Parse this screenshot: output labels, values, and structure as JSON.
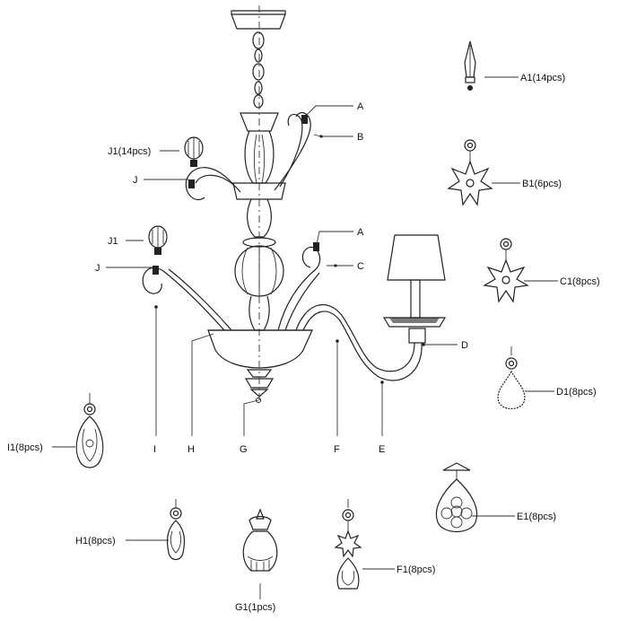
{
  "labels": {
    "A1": "A1(14pcs)",
    "B1": "B1(6pcs)",
    "C1": "C1(8pcs)",
    "D1": "D1(8pcs)",
    "E1": "E1(8pcs)",
    "F1": "F1(8pcs)",
    "G1": "G1(1pcs)",
    "H1": "H1(8pcs)",
    "I1": "I1(8pcs)",
    "J1_top": "J1(14pcs)",
    "J1_mid": "J1",
    "J_top": "J",
    "J_mid": "J",
    "A_top": "A",
    "A_mid": "A",
    "B": "B",
    "C": "C",
    "D": "D",
    "E": "E",
    "F": "F",
    "G": "G",
    "H": "H",
    "I": "I"
  }
}
